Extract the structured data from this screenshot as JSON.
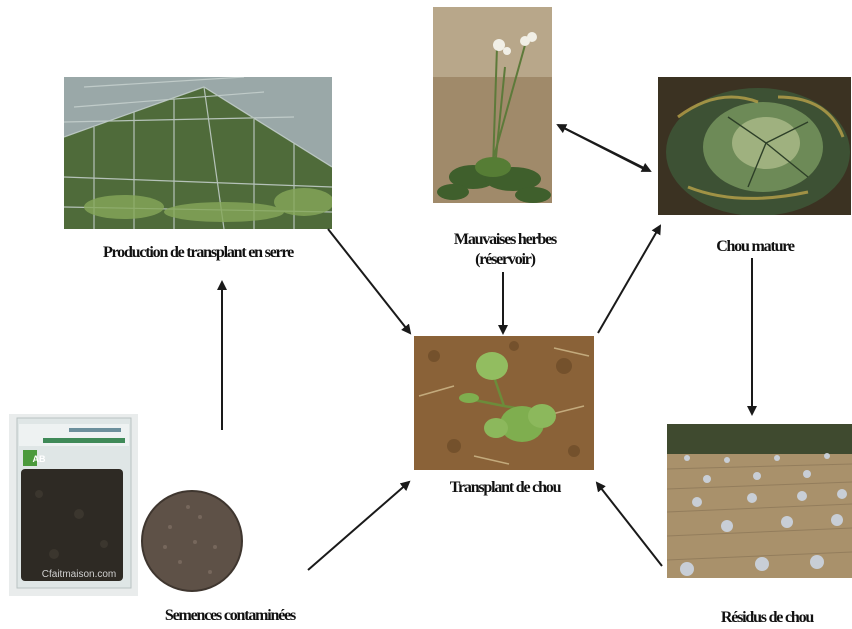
{
  "labels": {
    "greenhouse": "Production de transplant en serre",
    "weeds": "Mauvaises herbes (réservoir)",
    "mature": "Chou mature",
    "transplant": "Transplant de chou",
    "seeds": "Semences contaminées",
    "residues": "Résidus de chou"
  },
  "seed_packet": {
    "badge": "AB",
    "brand_text": "Cfaitmaison.com"
  },
  "colors": {
    "arrow": "#1a1a1a",
    "soil": "#8a6238",
    "leaf": "#7fae4f",
    "greenhouse_glass": "#7d8c8b"
  }
}
